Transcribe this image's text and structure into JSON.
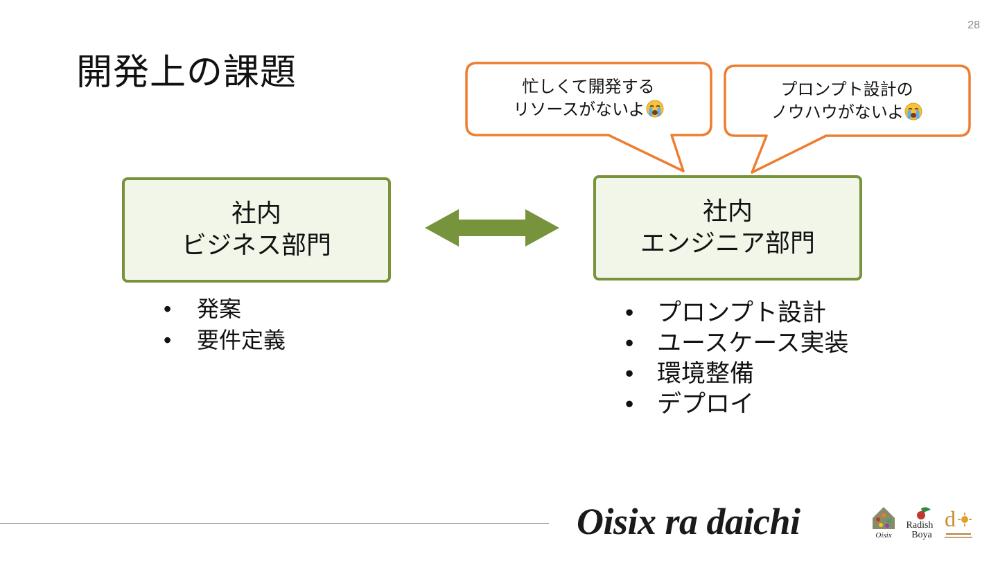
{
  "page_number": "28",
  "title": "開発上の課題",
  "business_dept": {
    "line1": "社内",
    "line2": "ビジネス部門",
    "tasks": [
      "発案",
      "要件定義"
    ]
  },
  "engineer_dept": {
    "line1": "社内",
    "line2": "エンジニア部門",
    "tasks": [
      "プロンプト設計",
      "ユースケース実装",
      "環境整備",
      "デプロイ"
    ]
  },
  "bubbles": {
    "resource": {
      "line1": "忙しくて開発する",
      "line2": "リソースがないよ"
    },
    "prompt": {
      "line1": "プロンプト設計の",
      "line2": "ノウハウがないよ"
    }
  },
  "icons": {
    "bubble_emoji": "loudly-crying-face-icon",
    "arrow": "double-headed-arrow-icon"
  },
  "colors": {
    "box_border": "#77933c",
    "box_fill": "#f2f6e9",
    "arrow": "#77933c",
    "bubble_border": "#ed7d31",
    "title": "#111111"
  },
  "footer": {
    "brand": "Oisix ra daichi",
    "logos": [
      "Oisix",
      "Radish Boya",
      "大地を守る会"
    ]
  }
}
